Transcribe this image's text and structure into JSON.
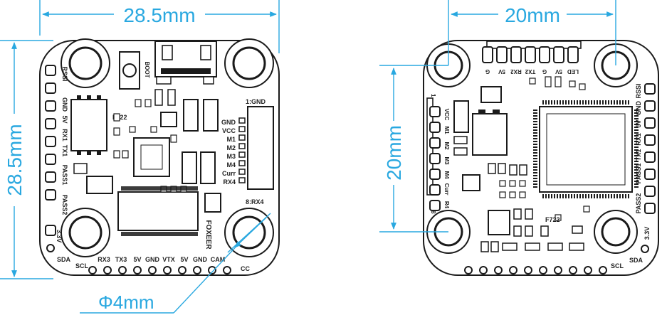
{
  "dims": {
    "left_width": "28.5mm",
    "left_height": "28.5mm",
    "hole": "Φ4mm",
    "right_width": "20mm",
    "right_height": "20mm"
  },
  "front": {
    "chip_label": "F722",
    "boot": "BOOT",
    "brand": "FOXEER",
    "motor_header": "1:GND",
    "motor_header_end": "8:RX4",
    "right_pins": [
      "GND",
      "VCC",
      "M1",
      "M2",
      "M3",
      "M4",
      "Curr",
      "RX4"
    ],
    "left_pins": [
      "RSSI",
      "GND",
      "5V",
      "RX1",
      "TX1",
      "PASS1",
      "PASS2",
      "3.3V"
    ],
    "bottom_pins": [
      "RX3",
      "TX3",
      "5V",
      "GND",
      "VTX",
      "5V",
      "GND",
      "CAM"
    ],
    "scl": "SCL",
    "sda": "SDA",
    "cc": "CC"
  },
  "back": {
    "chip_label": "F722",
    "top_pins": [
      "G",
      "5V",
      "RX2",
      "TX2",
      "G",
      "5V",
      "LED"
    ],
    "left_pins": [
      "VCC",
      "M1",
      "M2",
      "M3",
      "M4",
      "Curr",
      "R4"
    ],
    "num_1": "1",
    "num_8": "8",
    "right_pins": [
      "RSSI",
      "GND",
      "5V",
      "RX1",
      "TX1",
      "PASS1",
      "PASS2",
      "3.3V"
    ],
    "scl": "SCL",
    "sda": "SDA"
  }
}
